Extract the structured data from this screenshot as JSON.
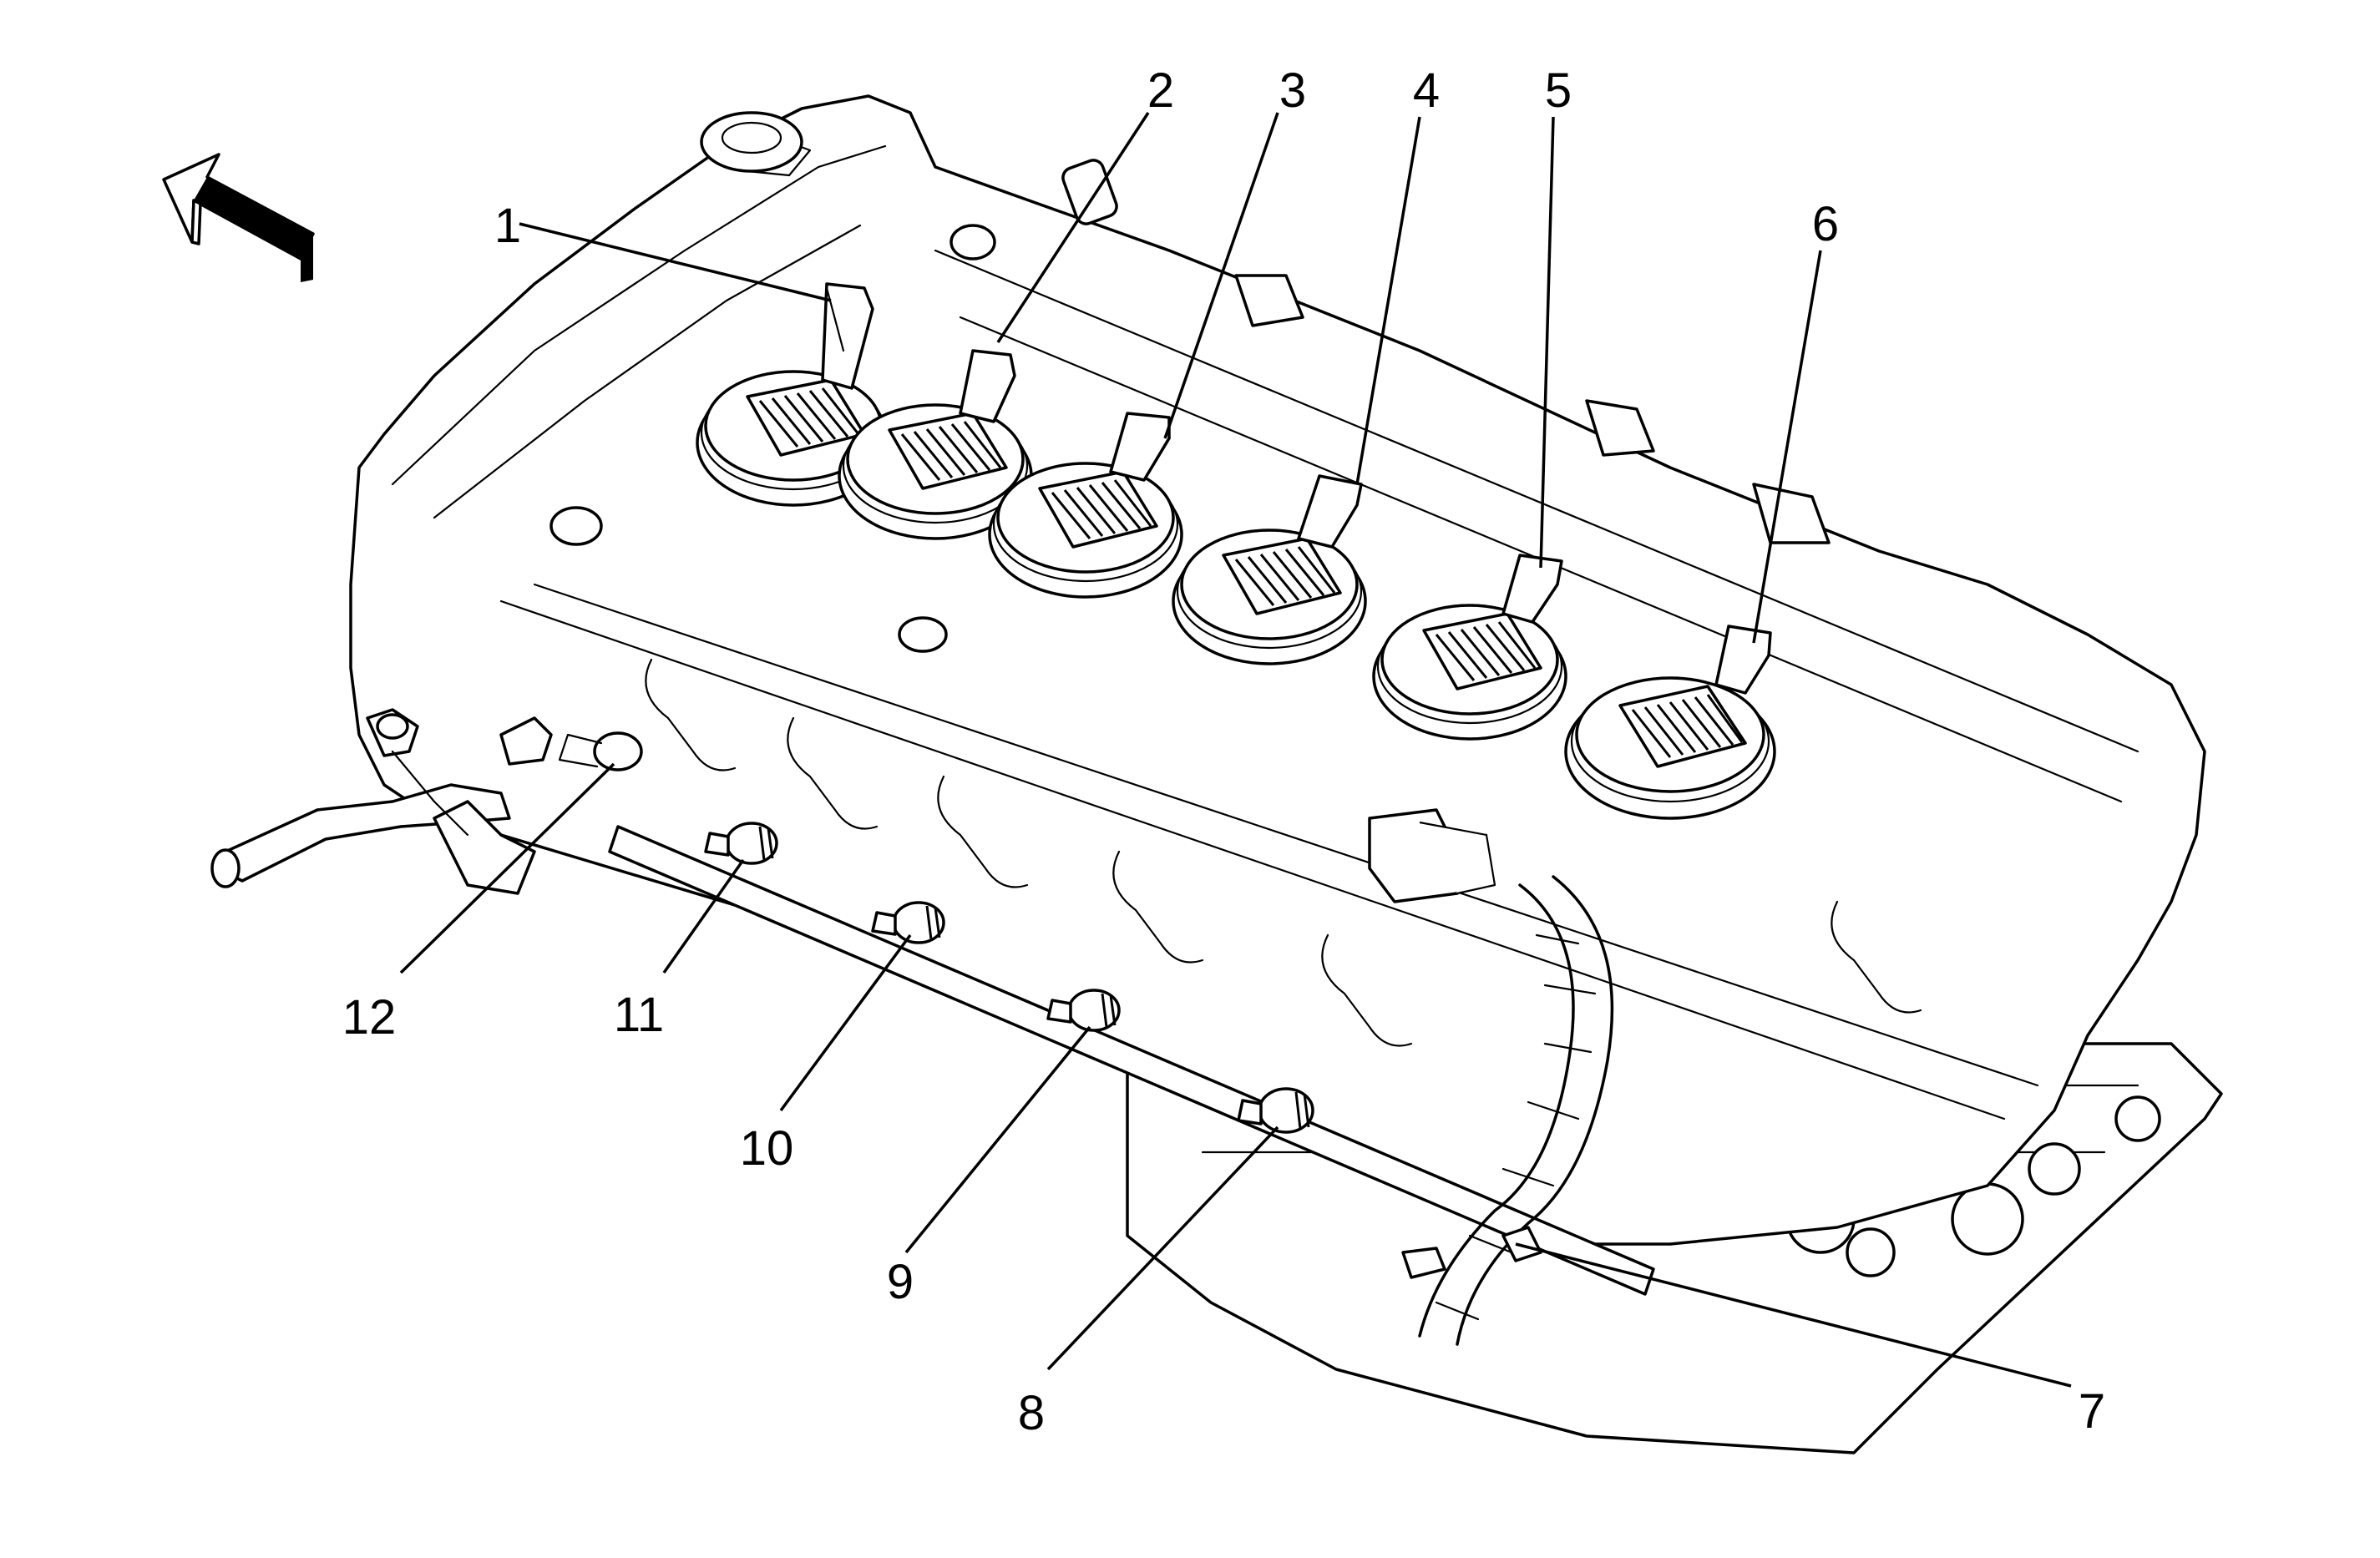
{
  "callouts": [
    {
      "number": "1"
    },
    {
      "number": "2"
    },
    {
      "number": "3"
    },
    {
      "number": "4"
    },
    {
      "number": "5"
    },
    {
      "number": "6"
    },
    {
      "number": "7"
    },
    {
      "number": "8"
    },
    {
      "number": "9"
    },
    {
      "number": "10"
    },
    {
      "number": "11"
    },
    {
      "number": "12"
    }
  ],
  "icons": {
    "direction_arrow": "front-direction-arrow-icon"
  }
}
